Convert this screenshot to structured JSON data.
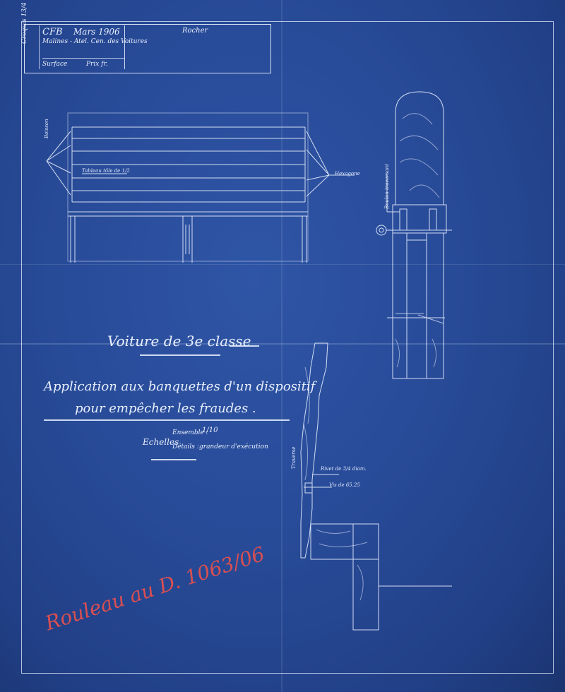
{
  "title_block": {
    "vertical_note": "Croquis 13/4",
    "reference": "CFB",
    "date": "Mars 1906",
    "maker": "Malines - Atel. Cen. des Voitures",
    "surface_label": "Surface",
    "price_label": "Prix fr.",
    "stamp_note": "Rocher"
  },
  "annotations": {
    "left_tag": "Boisson",
    "panel_label": "Tableau tôle de 1/2",
    "right_tag": "Hexagone",
    "section_tag": "Boulon traversant",
    "inset_tag": "Traverse",
    "bolt_note": "Rivet de 3/4 diam.",
    "screw_note": "Vis de 65.25"
  },
  "heading": {
    "title": "Voiture de 3e classe",
    "subtitle_line1": "Application aux banquettes d'un dispositif",
    "subtitle_line2": "pour empêcher les fraudes ."
  },
  "scales": {
    "label": "Echelles",
    "ensemble_label": "Ensemble :",
    "ensemble_value": "1/10",
    "details_label": "Détails :",
    "details_value": "grandeur d'exécution"
  },
  "archive_stamp": {
    "text": "Rouleau au D. 1063/06"
  },
  "colors": {
    "paper": "#284b98",
    "ink": "#e8eefc",
    "stamp": "#d94f52"
  }
}
